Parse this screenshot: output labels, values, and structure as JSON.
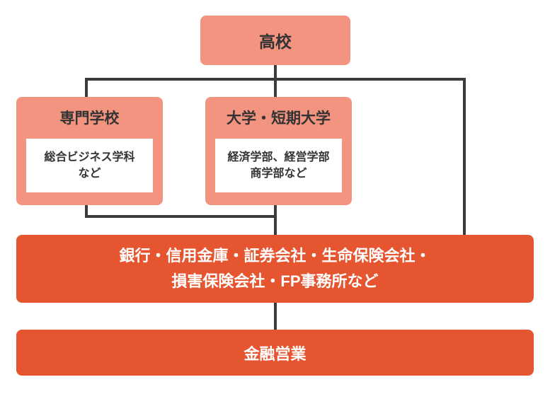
{
  "diagram": {
    "top_box": {
      "label": "高校"
    },
    "left_box": {
      "title": "専門学校",
      "detail": "総合ビジネス学科\nなど"
    },
    "middle_box": {
      "title": "大学・短期大学",
      "detail": "経済学部、経営学部\n商学部など"
    },
    "employers_box": {
      "label": "銀行・信用金庫・証券会社・生命保険会社・\n損害保険会社・FP事務所など"
    },
    "job_box": {
      "label": "金融営業"
    },
    "colors": {
      "salmon": "#f2947f",
      "orange": "#e5552f",
      "line": "#3b3b3b",
      "text_dark": "#333333",
      "text_light": "#ffffff"
    }
  }
}
